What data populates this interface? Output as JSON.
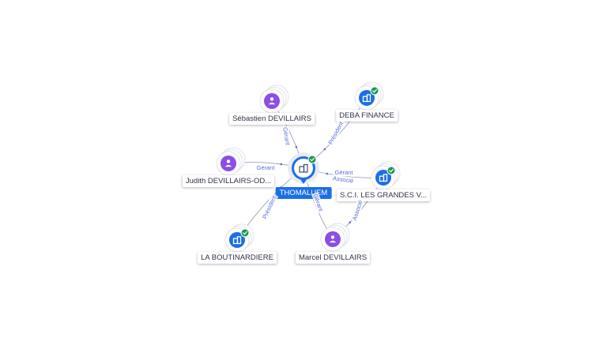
{
  "colors": {
    "person": "#8b4ee6",
    "company": "#1b6fe6",
    "check": "#1a9a4a",
    "edge": "#9aa3b5",
    "edge_label": "#5a6fd6",
    "center_badge": "#1b6fe6"
  },
  "center": {
    "name": "THOMALUEM",
    "icon": "building-icon",
    "verified": true
  },
  "nodes": [
    {
      "id": "sebastien",
      "name": "Sébastien DEVILLAIRS",
      "kind": "person",
      "icon": "person-icon",
      "verified": false
    },
    {
      "id": "deba",
      "name": "DEBA FINANCE",
      "kind": "company",
      "icon": "building-icon",
      "verified": true
    },
    {
      "id": "judith",
      "name": "Judith DEVILLAIRS-OD...",
      "kind": "person",
      "icon": "person-icon",
      "verified": false
    },
    {
      "id": "sci",
      "name": "S.C.I. LES GRANDES V...",
      "kind": "company",
      "icon": "building-icon",
      "verified": true
    },
    {
      "id": "boutinardiere",
      "name": "LA BOUTINARDIERE",
      "kind": "company",
      "icon": "building-icon",
      "verified": true
    },
    {
      "id": "marcel",
      "name": "Marcel DEVILLAIRS",
      "kind": "person",
      "icon": "person-icon",
      "verified": false
    }
  ],
  "edges": [
    {
      "target": "sebastien",
      "labels": [
        "Gérant"
      ]
    },
    {
      "target": "deba",
      "labels": [
        "Président"
      ]
    },
    {
      "target": "judith",
      "labels": [
        "Gérant"
      ]
    },
    {
      "target": "sci",
      "labels": [
        "Gérant",
        "Associé"
      ]
    },
    {
      "target": "boutinardiere",
      "labels": [
        "Président"
      ]
    },
    {
      "target": "marcel",
      "labels": [
        "Gérant"
      ]
    },
    {
      "target": "sci",
      "from": "marcel",
      "labels": [
        "Associé"
      ]
    }
  ]
}
